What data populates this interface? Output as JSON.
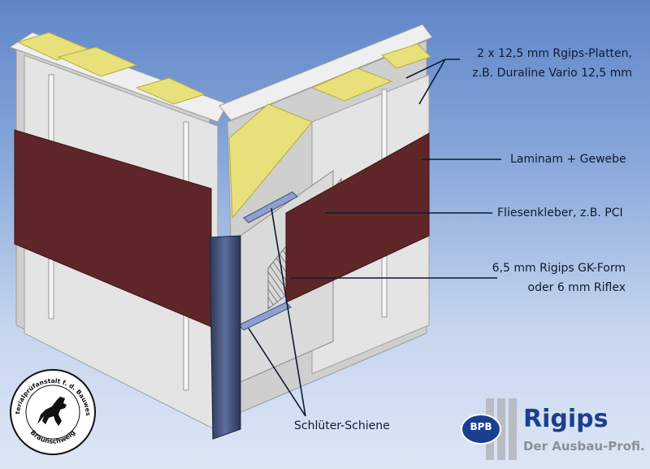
{
  "labels": {
    "plates_line1": "2 x 12,5 mm Rgips-Platten,",
    "plates_line2": "z.B. Duraline Vario 12,5 mm",
    "laminam": "Laminam + Gewebe",
    "kleber": "Fliesenkleber, z.B. PCI",
    "gkform_line1": "6,5 mm Rigips GK-Form",
    "gkform_line2": "oder 6 mm Riflex",
    "schiene": "Schlüter-Schiene"
  },
  "seal": {
    "top_text": "Materialprüfanstalt f. d. Bauwesen",
    "bottom_text": "Braunschweig",
    "icon": "horse-icon"
  },
  "logo": {
    "badge": "BPB",
    "brand": "Rigips",
    "slogan": "Der Ausbau-Profi."
  },
  "colors": {
    "tile": "#5e2628",
    "insulation": "#e8e07a",
    "board": "#e2e2e2",
    "profile": "#3f4f7a",
    "brand_blue": "#1b3f8f",
    "slogan_grey": "#8a8f99"
  }
}
